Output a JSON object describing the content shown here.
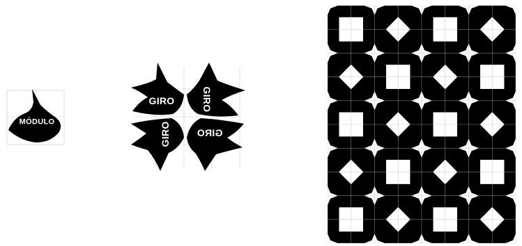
{
  "module": {
    "label": "MÓDULO"
  },
  "rotation": {
    "labels": [
      "GIRO",
      "GIRO",
      "GIRO",
      "GIRO"
    ]
  },
  "colors": {
    "shape": "#000000",
    "grid": "#b8b8b8",
    "background": "#ffffff",
    "label_text": "#ffffff"
  },
  "pattern": {
    "columns": 4,
    "rows": 5
  }
}
